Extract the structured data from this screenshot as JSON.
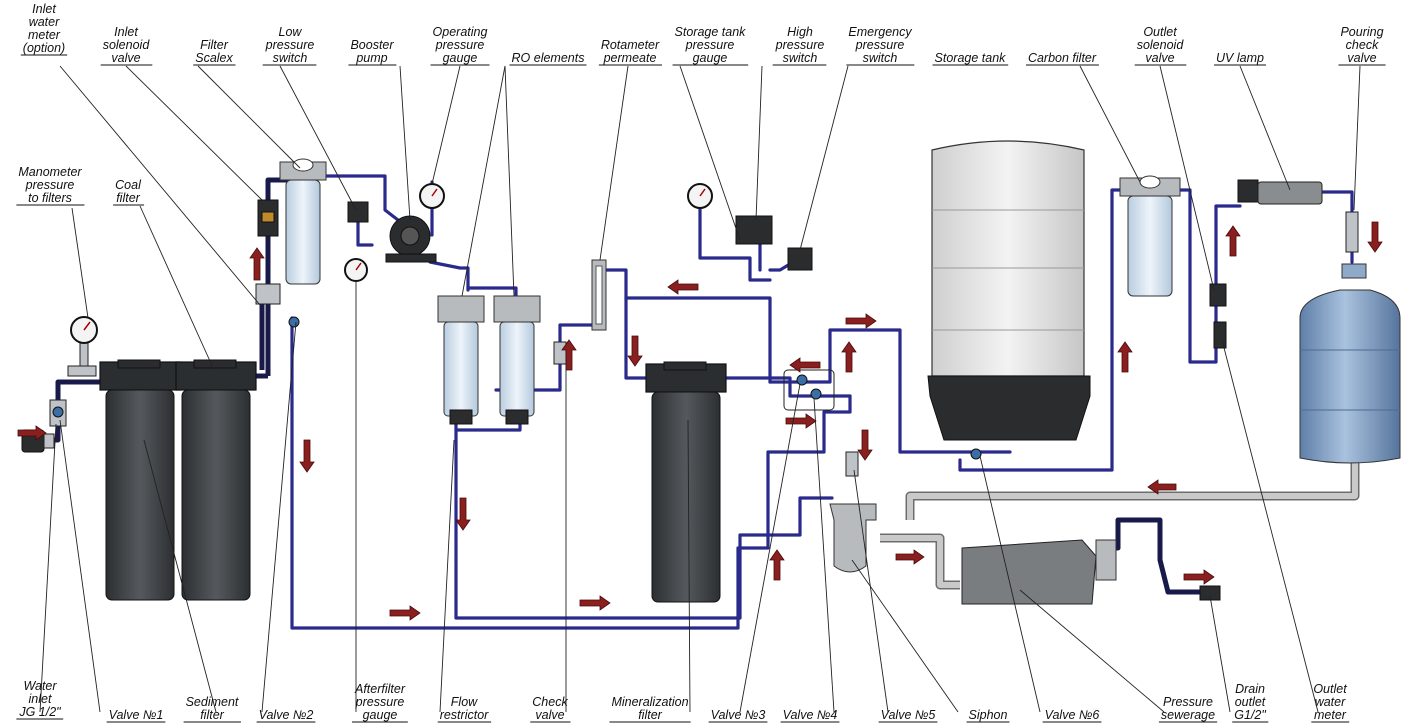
{
  "labels_top": [
    {
      "id": "inlet-water-meter",
      "lines": [
        "Inlet",
        "water",
        "meter",
        "(option)"
      ]
    },
    {
      "id": "inlet-solenoid-valve",
      "lines": [
        "Inlet",
        "solenoid",
        "valve"
      ]
    },
    {
      "id": "filter-scalex",
      "lines": [
        "Filter",
        "Scalex"
      ]
    },
    {
      "id": "low-pressure-switch",
      "lines": [
        "Low",
        "pressure",
        "switch"
      ]
    },
    {
      "id": "booster-pump",
      "lines": [
        "Booster",
        "pump"
      ]
    },
    {
      "id": "operating-pressure-gauge",
      "lines": [
        "Operating",
        "pressure",
        "gauge"
      ]
    },
    {
      "id": "ro-elements",
      "lines": [
        "RO elements"
      ]
    },
    {
      "id": "rotameter-permeate",
      "lines": [
        "Rotameter",
        "permeate"
      ]
    },
    {
      "id": "storage-tank-pressure-gauge",
      "lines": [
        "Storage tank",
        "pressure",
        "gauge"
      ]
    },
    {
      "id": "high-pressure-switch",
      "lines": [
        "High",
        "pressure",
        "switch"
      ]
    },
    {
      "id": "emergency-pressure-switch",
      "lines": [
        "Emergency",
        "pressure",
        "switch"
      ]
    },
    {
      "id": "storage-tank",
      "lines": [
        "Storage tank"
      ]
    },
    {
      "id": "carbon-filter",
      "lines": [
        "Carbon filter"
      ]
    },
    {
      "id": "outlet-solenoid-valve",
      "lines": [
        "Outlet",
        "solenoid",
        "valve"
      ]
    },
    {
      "id": "uv-lamp",
      "lines": [
        "UV lamp"
      ]
    },
    {
      "id": "pouring-check-valve",
      "lines": [
        "Pouring",
        "check",
        "valve"
      ]
    }
  ],
  "labels_side": [
    {
      "id": "manometer-pressure-to-filters",
      "lines": [
        "Manometer",
        "pressure",
        "to filters"
      ]
    },
    {
      "id": "coal-filter",
      "lines": [
        "Coal",
        "filter"
      ]
    }
  ],
  "labels_bottom": [
    {
      "id": "water-inlet",
      "lines": [
        "Water",
        "inlet",
        "JG 1/2\""
      ]
    },
    {
      "id": "valve-1",
      "lines": [
        "Valve №1"
      ]
    },
    {
      "id": "sediment-filter",
      "lines": [
        "Sediment",
        "filter"
      ]
    },
    {
      "id": "valve-2",
      "lines": [
        "Valve №2"
      ]
    },
    {
      "id": "afterfilter-pressure-gauge",
      "lines": [
        "Afterfilter",
        "pressure",
        "gauge"
      ]
    },
    {
      "id": "flow-restrictor",
      "lines": [
        "Flow",
        "restrictor"
      ]
    },
    {
      "id": "check-valve",
      "lines": [
        "Check",
        "valve"
      ]
    },
    {
      "id": "mineralization-filter",
      "lines": [
        "Mineralization",
        "filter"
      ]
    },
    {
      "id": "valve-3",
      "lines": [
        "Valve №3"
      ]
    },
    {
      "id": "valve-4",
      "lines": [
        "Valve №4"
      ]
    },
    {
      "id": "valve-5",
      "lines": [
        "Valve №5"
      ]
    },
    {
      "id": "siphon",
      "lines": [
        "Siphon"
      ]
    },
    {
      "id": "valve-6",
      "lines": [
        "Valve №6"
      ]
    },
    {
      "id": "pressure-sewerage",
      "lines": [
        "Pressure",
        "sewerage"
      ]
    },
    {
      "id": "drain-outlet",
      "lines": [
        "Drain",
        "outlet",
        "G1/2\""
      ]
    },
    {
      "id": "outlet-water-meter",
      "lines": [
        "Outlet",
        "water",
        "meter"
      ]
    }
  ],
  "colors": {
    "pipe": "#2a2a8c",
    "arrow": "#8a1f1f",
    "filter_housing": "#3a3d40",
    "bottle": "#7f9fc4",
    "drain_pipe": "#c9c9c9"
  }
}
